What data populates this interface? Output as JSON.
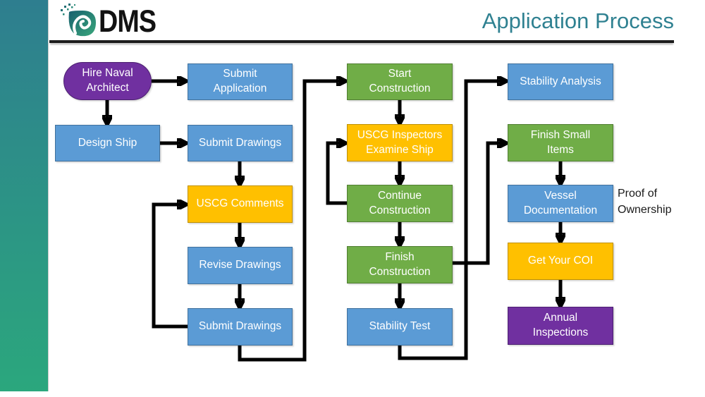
{
  "header": {
    "logo_text": "DMS",
    "title": "Application Process"
  },
  "colors": {
    "blue": {
      "fill": "#5B9BD5",
      "border": "#41719C"
    },
    "green": {
      "fill": "#70AD47",
      "border": "#507E32"
    },
    "yellow": {
      "fill": "#FFC000",
      "border": "#BF9000"
    },
    "purple": {
      "fill": "#7030A0",
      "border": "#4C2170"
    },
    "title": "#2F8191",
    "sidebar_top": "#2E7E8F",
    "sidebar_bottom": "#2BA77D",
    "arrow": "#000000"
  },
  "diagram": {
    "nodes": [
      {
        "id": "hire-naval-architect",
        "label": "Hire Naval\nArchitect",
        "shape": "stadium",
        "color": "purple"
      },
      {
        "id": "design-ship",
        "label": "Design Ship",
        "shape": "rect",
        "color": "blue"
      },
      {
        "id": "submit-application",
        "label": "Submit\nApplication",
        "shape": "rect",
        "color": "blue"
      },
      {
        "id": "submit-drawings-1",
        "label": "Submit Drawings",
        "shape": "rect",
        "color": "blue"
      },
      {
        "id": "uscg-comments",
        "label": "USCG Comments",
        "shape": "rect",
        "color": "yellow"
      },
      {
        "id": "revise-drawings",
        "label": "Revise Drawings",
        "shape": "rect",
        "color": "blue"
      },
      {
        "id": "submit-drawings-2",
        "label": "Submit Drawings",
        "shape": "rect",
        "color": "blue"
      },
      {
        "id": "start-construction",
        "label": "Start\nConstruction",
        "shape": "rect",
        "color": "green"
      },
      {
        "id": "uscg-inspectors-examine-ship",
        "label": "USCG Inspectors\nExamine Ship",
        "shape": "rect",
        "color": "yellow"
      },
      {
        "id": "continue-construction",
        "label": "Continue\nConstruction",
        "shape": "rect",
        "color": "green"
      },
      {
        "id": "finish-construction",
        "label": "Finish\nConstruction",
        "shape": "rect",
        "color": "green"
      },
      {
        "id": "stability-test",
        "label": "Stability Test",
        "shape": "rect",
        "color": "blue"
      },
      {
        "id": "stability-analysis",
        "label": "Stability Analysis",
        "shape": "rect",
        "color": "blue"
      },
      {
        "id": "finish-small-items",
        "label": "Finish Small\nItems",
        "shape": "rect",
        "color": "green"
      },
      {
        "id": "vessel-documentation",
        "label": "Vessel\nDocumentation",
        "shape": "rect",
        "color": "blue"
      },
      {
        "id": "get-your-coi",
        "label": "Get Your COI",
        "shape": "rect",
        "color": "yellow"
      },
      {
        "id": "annual-inspections",
        "label": "Annual\nInspections",
        "shape": "rect",
        "color": "purple"
      }
    ],
    "annotation": {
      "text": "Proof of\nOwnership",
      "attached_to": "vessel-documentation"
    },
    "edges": [
      {
        "from": "hire-naval-architect",
        "to": "submit-application"
      },
      {
        "from": "hire-naval-architect",
        "to": "design-ship"
      },
      {
        "from": "design-ship",
        "to": "submit-drawings-1"
      },
      {
        "from": "submit-drawings-1",
        "to": "uscg-comments"
      },
      {
        "from": "uscg-comments",
        "to": "revise-drawings"
      },
      {
        "from": "revise-drawings",
        "to": "submit-drawings-2"
      },
      {
        "from": "submit-drawings-2",
        "to": "uscg-comments",
        "note": "loop back"
      },
      {
        "from": "submit-drawings-2",
        "to": "start-construction"
      },
      {
        "from": "start-construction",
        "to": "uscg-inspectors-examine-ship"
      },
      {
        "from": "uscg-inspectors-examine-ship",
        "to": "continue-construction"
      },
      {
        "from": "continue-construction",
        "to": "uscg-inspectors-examine-ship",
        "note": "loop back"
      },
      {
        "from": "continue-construction",
        "to": "finish-construction"
      },
      {
        "from": "finish-construction",
        "to": "stability-test"
      },
      {
        "from": "finish-construction",
        "to": "finish-small-items"
      },
      {
        "from": "stability-test",
        "to": "stability-analysis"
      },
      {
        "from": "finish-small-items",
        "to": "vessel-documentation"
      },
      {
        "from": "vessel-documentation",
        "to": "get-your-coi"
      },
      {
        "from": "get-your-coi",
        "to": "annual-inspections"
      }
    ]
  }
}
